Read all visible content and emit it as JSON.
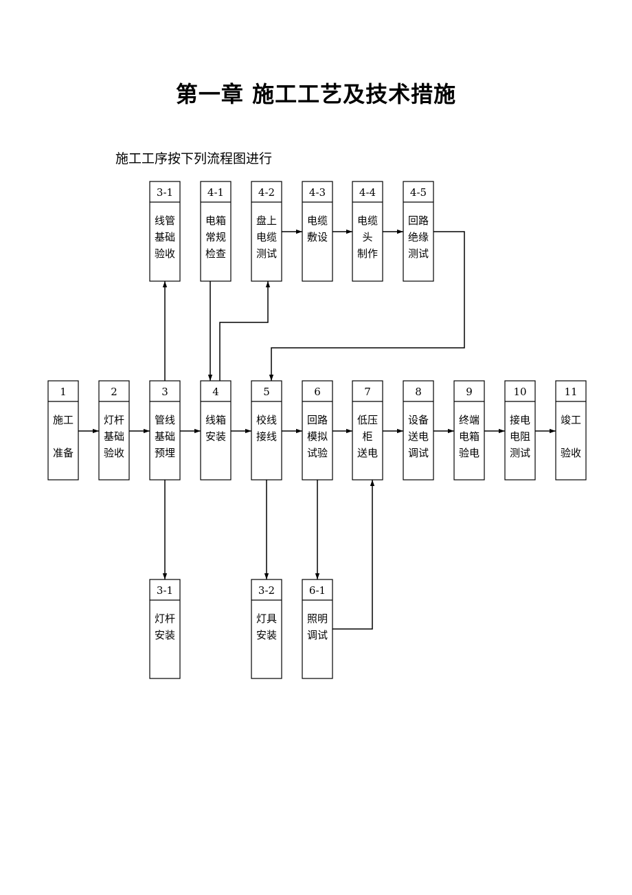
{
  "title": "第一章  施工工艺及技术措施",
  "intro": "施工工序按下列流程图进行",
  "nodes": [
    {
      "id": "n1",
      "num": "1",
      "lines": [
        "施工",
        "",
        "准备"
      ]
    },
    {
      "id": "n2",
      "num": "2",
      "lines": [
        "灯杆",
        "基础",
        "验收"
      ]
    },
    {
      "id": "n3",
      "num": "3",
      "lines": [
        "管线",
        "基础",
        "预埋"
      ]
    },
    {
      "id": "n4",
      "num": "4",
      "lines": [
        "线箱",
        "安装"
      ]
    },
    {
      "id": "n5",
      "num": "5",
      "lines": [
        "校线",
        "接线"
      ]
    },
    {
      "id": "n6",
      "num": "6",
      "lines": [
        "回路",
        "模拟",
        "试验"
      ]
    },
    {
      "id": "n7",
      "num": "7",
      "lines": [
        "低压",
        "柜",
        "送电"
      ]
    },
    {
      "id": "n8",
      "num": "8",
      "lines": [
        "设备",
        "送电",
        "调试"
      ]
    },
    {
      "id": "n9",
      "num": "9",
      "lines": [
        "终端",
        "电箱",
        "验电"
      ]
    },
    {
      "id": "n10",
      "num": "10",
      "lines": [
        "接电",
        "电阻",
        "测试"
      ]
    },
    {
      "id": "n11",
      "num": "11",
      "lines": [
        "竣工",
        "",
        "验收"
      ]
    },
    {
      "id": "t31",
      "num": "3-1",
      "lines": [
        "线管",
        "基础",
        "验收"
      ]
    },
    {
      "id": "t41",
      "num": "4-1",
      "lines": [
        "电箱",
        "常规",
        "检查"
      ]
    },
    {
      "id": "t42",
      "num": "4-2",
      "lines": [
        "盘上",
        "电缆",
        "测试"
      ]
    },
    {
      "id": "t43",
      "num": "4-3",
      "lines": [
        "电缆",
        "敷设"
      ]
    },
    {
      "id": "t44",
      "num": "4-4",
      "lines": [
        "电缆",
        "头",
        "制作"
      ]
    },
    {
      "id": "t45",
      "num": "4-5",
      "lines": [
        "回路",
        "绝缘",
        "测试"
      ]
    },
    {
      "id": "b31",
      "num": "3-1",
      "lines": [
        "灯杆",
        "安装"
      ]
    },
    {
      "id": "b32",
      "num": "3-2",
      "lines": [
        "灯具",
        "安装"
      ]
    },
    {
      "id": "b61",
      "num": "6-1",
      "lines": [
        "照明",
        "调试"
      ]
    }
  ]
}
